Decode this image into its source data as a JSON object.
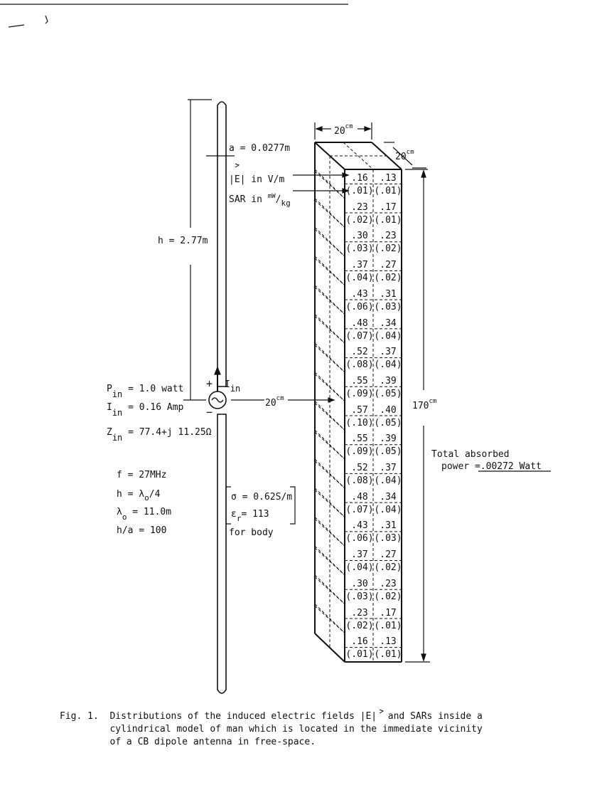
{
  "dims": {
    "width": "20",
    "width_unit": "cm",
    "depth": "20",
    "depth_unit": "cm",
    "height": "170",
    "height_unit": "cm",
    "separation": "20",
    "separation_unit": "cm"
  },
  "antenna": {
    "radius": "a = 0.0277m",
    "half_length": "h = 2.77m",
    "current_label": "I",
    "current_sub": "in"
  },
  "legend": {
    "field_prefix": "|E|",
    "field_unit": " in V/m",
    "sar_prefix": "SAR in ",
    "sar_unit_num": "mW",
    "sar_unit_den": "kg"
  },
  "params": {
    "pin": "P",
    "pin_sub": "in",
    "pin_val": "= 1.0 watt",
    "iin": "I",
    "iin_sub": "in",
    "iin_val": "= 0.16 Amp",
    "zin": "Z",
    "zin_sub": "in",
    "zin_val": "= 77.4+j 11.25Ω",
    "freq": "f = 27MHz",
    "h_rel": "h = λ",
    "h_rel_sub": "o",
    "h_rel_tail": "/4",
    "lambda": "λ",
    "lambda_sub": "o",
    "lambda_val": "= 11.0m",
    "ha": "h/a = 100"
  },
  "body_props": {
    "sigma": "σ = 0.62S/m",
    "eps": "ε",
    "eps_sub": "r",
    "eps_val": "= 113",
    "note": "for body"
  },
  "total": {
    "label": "Total absorbed",
    "prefix": "power =",
    "value": ".00272 Watt"
  },
  "cells": [
    {
      "e1": ".16",
      "s1": "(.01)",
      "e2": ".13",
      "s2": "(.01)"
    },
    {
      "e1": ".23",
      "s1": "(.02)",
      "e2": ".17",
      "s2": "(.01)"
    },
    {
      "e1": ".30",
      "s1": "(.03)",
      "e2": ".23",
      "s2": "(.02)"
    },
    {
      "e1": ".37",
      "s1": "(.04)",
      "e2": ".27",
      "s2": "(.02)"
    },
    {
      "e1": ".43",
      "s1": "(.06)",
      "e2": ".31",
      "s2": "(.03)"
    },
    {
      "e1": ".48",
      "s1": "(.07)",
      "e2": ".34",
      "s2": "(.04)"
    },
    {
      "e1": ".52",
      "s1": "(.08)",
      "e2": ".37",
      "s2": "(.04)"
    },
    {
      "e1": ".55",
      "s1": "(.09)",
      "e2": ".39",
      "s2": "(.05)"
    },
    {
      "e1": ".57",
      "s1": "(.10)",
      "e2": ".40",
      "s2": "(.05)"
    },
    {
      "e1": ".55",
      "s1": "(.09)",
      "e2": ".39",
      "s2": "(.05)"
    },
    {
      "e1": ".52",
      "s1": "(.08)",
      "e2": ".37",
      "s2": "(.04)"
    },
    {
      "e1": ".48",
      "s1": "(.07)",
      "e2": ".34",
      "s2": "(.04)"
    },
    {
      "e1": ".43",
      "s1": "(.06)",
      "e2": ".31",
      "s2": "(.03)"
    },
    {
      "e1": ".37",
      "s1": "(.04)",
      "e2": ".27",
      "s2": "(.02)"
    },
    {
      "e1": ".30",
      "s1": "(.03)",
      "e2": ".23",
      "s2": "(.02)"
    },
    {
      "e1": ".23",
      "s1": "(.02)",
      "e2": ".17",
      "s2": "(.01)"
    },
    {
      "e1": ".16",
      "s1": "(.01)",
      "e2": ".13",
      "s2": "(.01)"
    }
  ],
  "caption": {
    "line1": "Fig. 1.  Distributions of the induced electric fields |E|  and SARs inside a",
    "line2": "         cylindrical model of man which is located in the immediate vicinity",
    "line3": "         of a CB dipole antenna in free-space."
  }
}
